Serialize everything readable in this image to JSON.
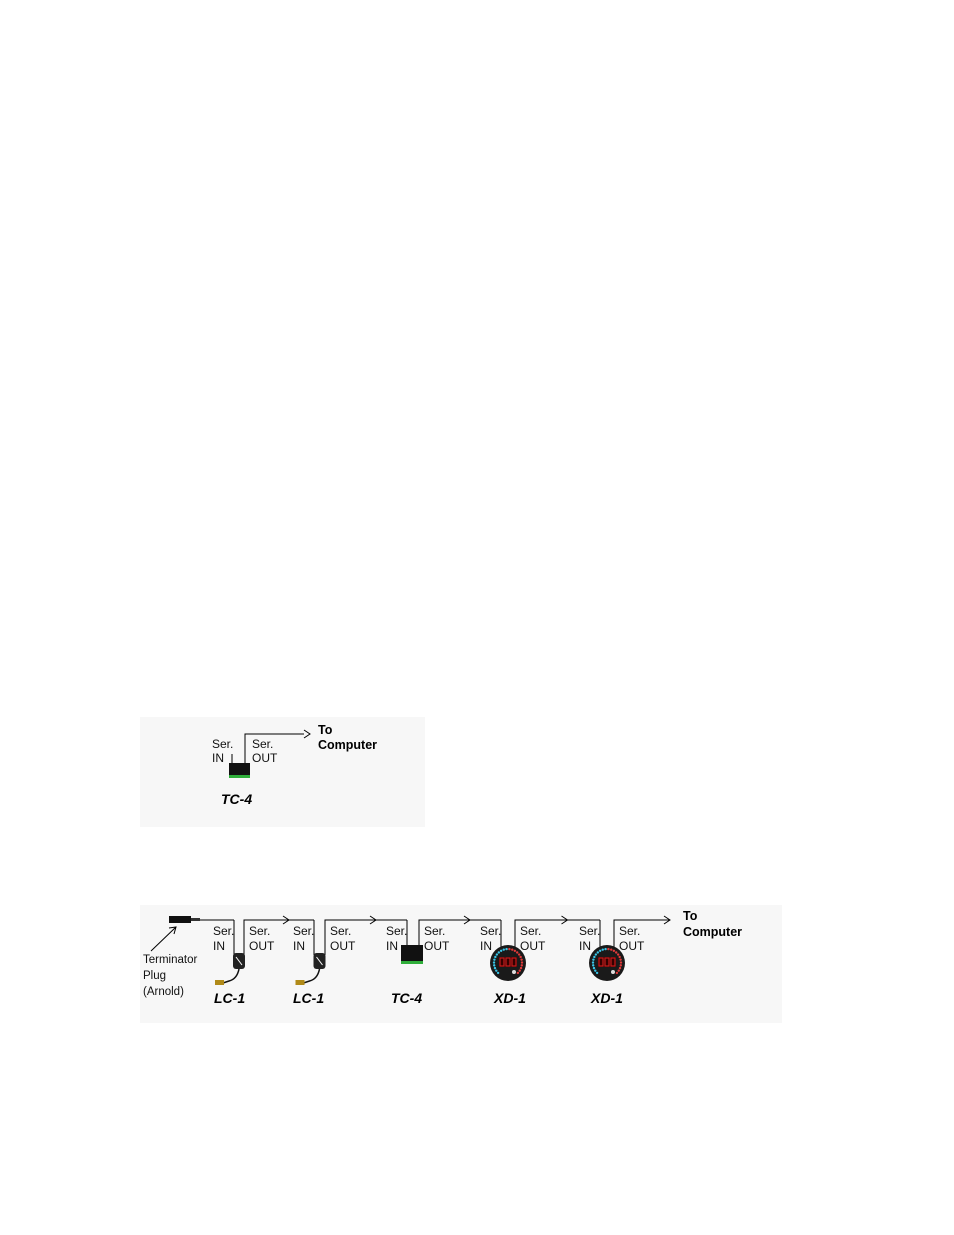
{
  "diagram1": {
    "device": {
      "name": "TC-4",
      "ser_in": [
        "Ser.",
        "IN"
      ],
      "ser_out": [
        "Ser.",
        "OUT"
      ]
    },
    "to_computer": [
      "To",
      "Computer"
    ]
  },
  "diagram2": {
    "terminator": [
      "Terminator",
      "Plug",
      "(Arnold)"
    ],
    "devices": [
      {
        "name": "LC-1",
        "kind": "lc1",
        "ser_in": [
          "Ser.",
          "IN"
        ],
        "ser_out": [
          "Ser.",
          "OUT"
        ]
      },
      {
        "name": "LC-1",
        "kind": "lc1",
        "ser_in": [
          "Ser.",
          "IN"
        ],
        "ser_out": [
          "Ser.",
          "OUT"
        ]
      },
      {
        "name": "TC-4",
        "kind": "tc4",
        "ser_in": [
          "Ser.",
          "IN"
        ],
        "ser_out": [
          "Ser.",
          "OUT"
        ]
      },
      {
        "name": "XD-1",
        "kind": "xd1",
        "ser_in": [
          "Ser.",
          "IN"
        ],
        "ser_out": [
          "Ser.",
          "OUT"
        ]
      },
      {
        "name": "XD-1",
        "kind": "xd1",
        "ser_in": [
          "Ser.",
          "IN"
        ],
        "ser_out": [
          "Ser.",
          "OUT"
        ]
      }
    ],
    "to_computer": [
      "To",
      "Computer"
    ]
  },
  "colors": {
    "tc4_body": "#111111",
    "tc4_strip": "#2fae3a",
    "xd1_ring": "#1a1a1a",
    "xd1_face": "#c41d1d",
    "xd1_leds_left": "#39c6e8",
    "xd1_leds_right": "#e23a3a",
    "lc1_body": "#222222",
    "lc1_sensor": "#b08a18"
  }
}
